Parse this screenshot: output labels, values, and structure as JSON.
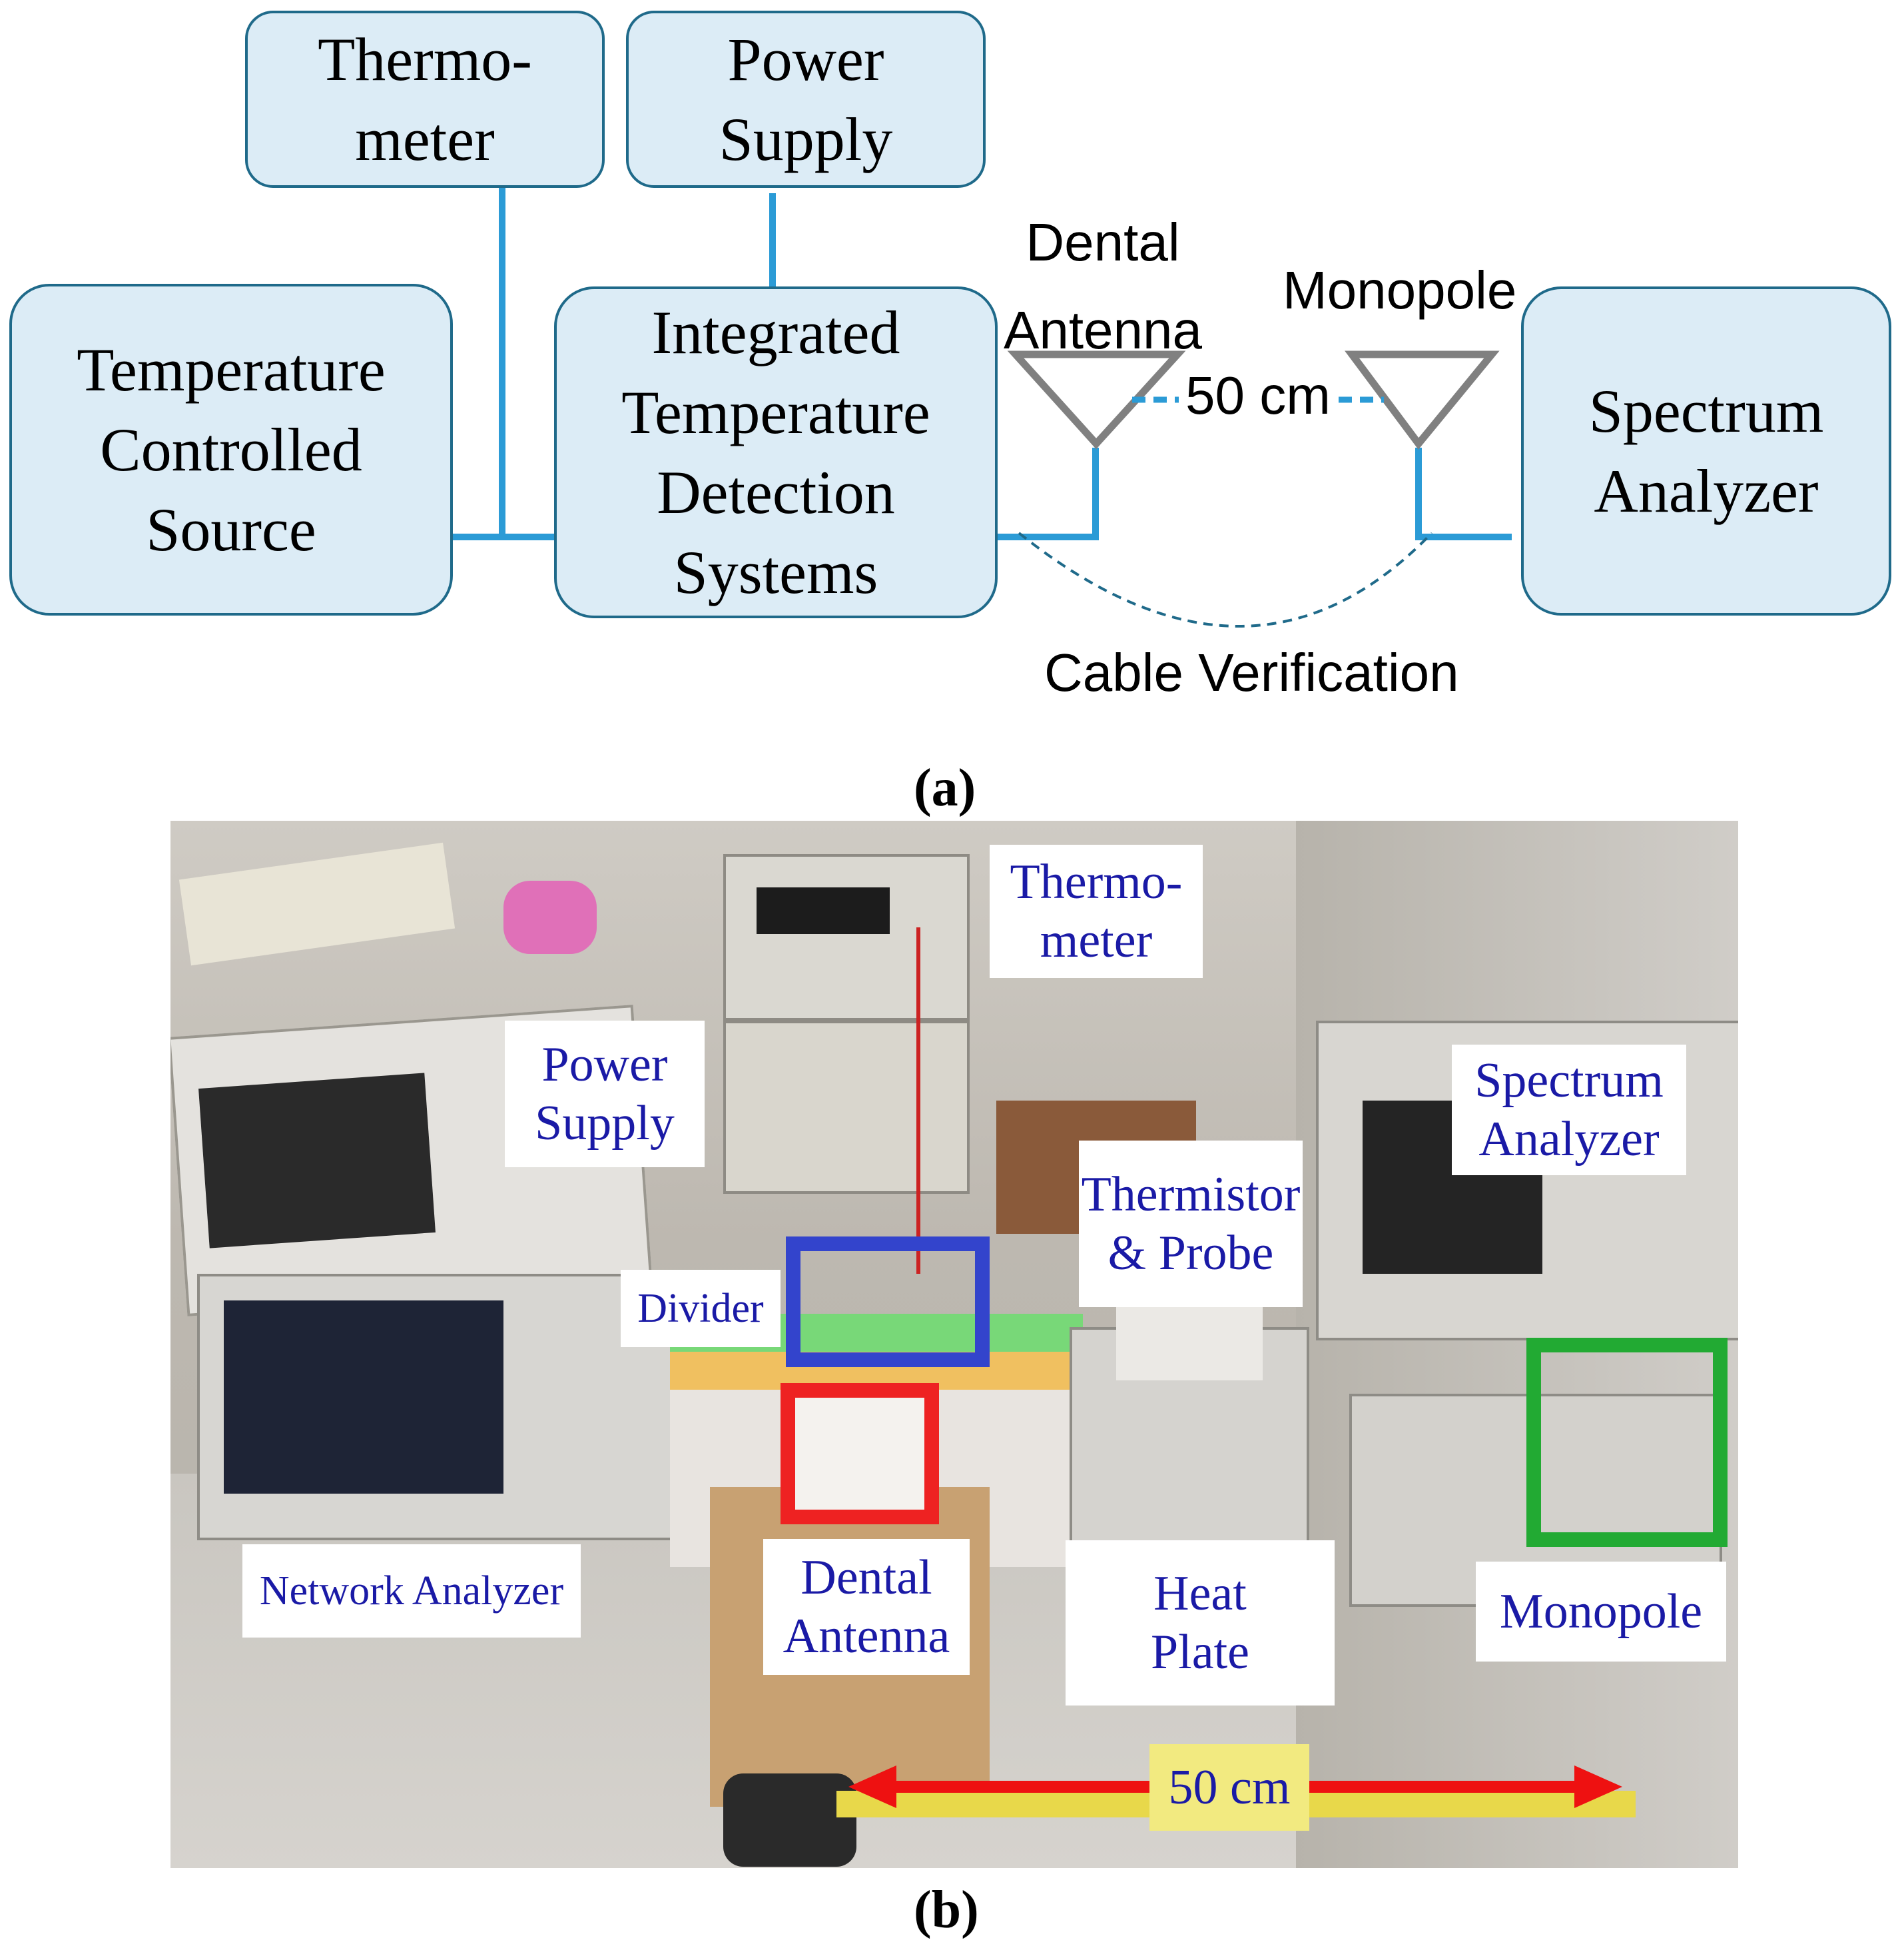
{
  "diagram_a": {
    "boxes": {
      "thermometer": [
        "Thermo-",
        "meter"
      ],
      "power_supply": [
        "Power",
        "Supply"
      ],
      "temperature_source": [
        "Temperature",
        "Controlled",
        "Source"
      ],
      "integrated_system": [
        "Integrated",
        "Temperature",
        "Detection",
        "Systems"
      ],
      "spectrum_analyzer": [
        "Spectrum",
        "Analyzer"
      ]
    },
    "labels": {
      "dental_antenna": [
        "Dental",
        "Antenna"
      ],
      "monopole": "Monopole",
      "distance": "50 cm",
      "cable_verification": "Cable Verification"
    },
    "caption": "(a)"
  },
  "photo_b": {
    "labels": {
      "thermometer": [
        "Thermo-",
        "meter"
      ],
      "power_supply": [
        "Power",
        "Supply"
      ],
      "spectrum_analyzer": [
        "Spectrum",
        "Analyzer"
      ],
      "thermistor_probe": [
        "Thermistor",
        "& Probe"
      ],
      "divider": "Divider",
      "network_analyzer": "Network Analyzer",
      "dental_antenna": [
        "Dental",
        "Antenna"
      ],
      "heat_plate": [
        "Heat",
        "Plate"
      ],
      "monopole": "Monopole",
      "distance": "50 cm"
    },
    "caption": "(b)"
  },
  "colors": {
    "box_fill": "#dcecf6",
    "box_border": "#1f6a8a",
    "connector_line": "#2b9bd6",
    "antenna": "#808080",
    "photo_label_text": "#1a1aa6",
    "divider_marker": "#3344cc",
    "dental_marker": "#ee2222",
    "monopole_marker": "#22aa33",
    "arrow": "#ee1111"
  }
}
